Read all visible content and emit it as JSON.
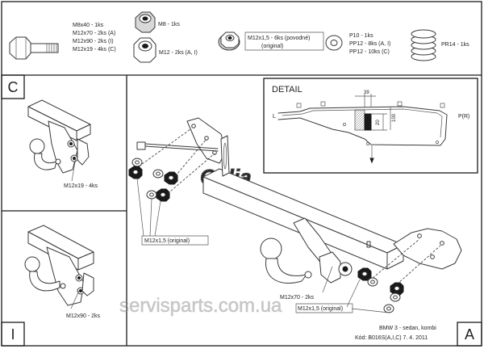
{
  "parts": {
    "bolt_lines": [
      "M8x40 - 1ks",
      "M12x70 - 2ks (A)",
      "M12x90 - 2ks (I)",
      "M12x19 - 4ks (C)"
    ],
    "nut_m8": "M8 - 1ks",
    "nut_m12": "M12 - 2ks (A, I)",
    "flange_nut_line1": "M12x1,5 - 6ks (povodné)",
    "flange_nut_line2": "(original)",
    "washer_lines": [
      "P10 - 1ks",
      "PP12 - 8ks (A, I)",
      "PP12 - 10ks (C)"
    ],
    "spring": "PR14 - 1ks"
  },
  "panels": {
    "c_letter": "C",
    "i_letter": "I",
    "a_letter": "A",
    "c_label": "M12x19 - 4ks",
    "i_label": "M12x90 - 2ks"
  },
  "detail": {
    "title": "DETAIL",
    "dim_39": "39",
    "dim_20": "20",
    "dim_100": "100",
    "left": "L",
    "right": "P(R)"
  },
  "main": {
    "label_original_1": "M12x1,5 (original)",
    "label_m12x70": "M12x70 - 2ks",
    "label_original_2": "M12x1,5 (original)"
  },
  "brand": "Galia",
  "watermark": "servisparts.com.ua",
  "footer": {
    "line1": "BMW 3 - sedan, kombi",
    "line2": "Kód: B016S(A,I,C)  7. 4. 2011"
  }
}
